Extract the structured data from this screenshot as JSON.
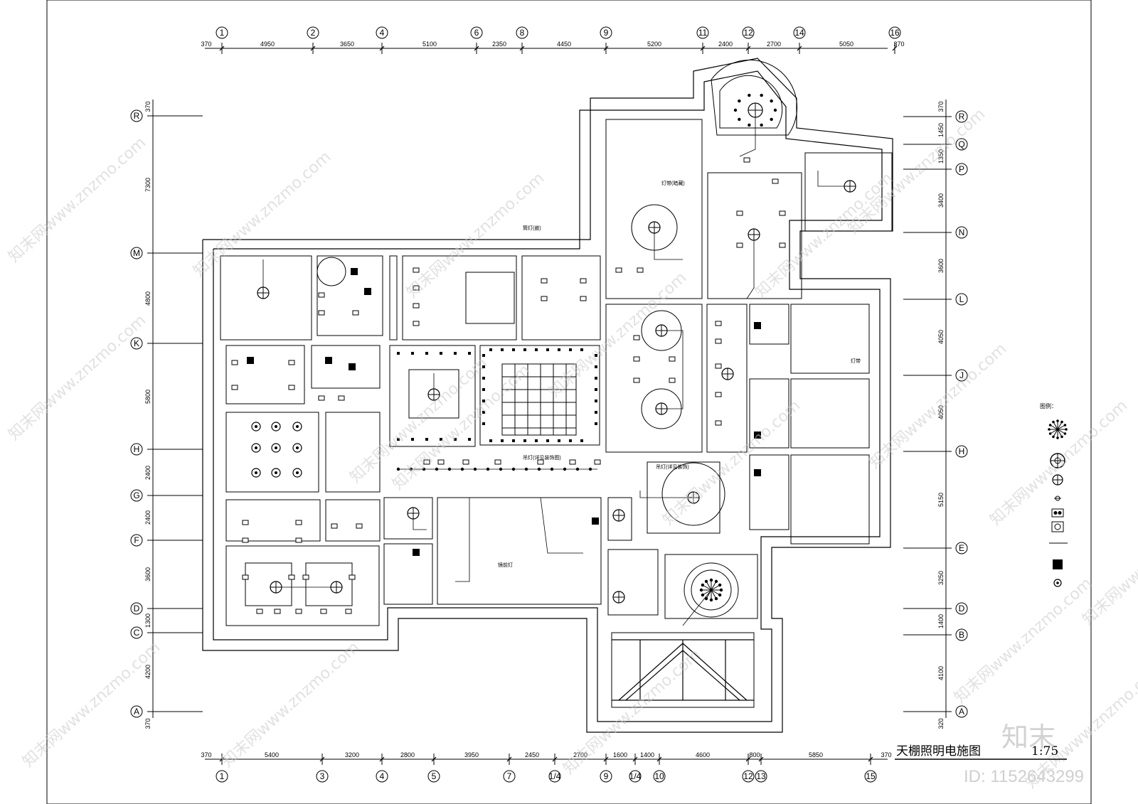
{
  "drawing": {
    "title": "天棚照明电施图",
    "scale": "1:75"
  },
  "legend": {
    "heading": "图例：",
    "symbols": [
      "chandelier-icon",
      "large-pendant-icon",
      "ceiling-lamp-icon",
      "small-lamp-icon",
      "double-switch-icon",
      "quad-socket-icon",
      "strip-line",
      "panel-icon",
      "downlight-icon"
    ]
  },
  "brand": {
    "logo": "知末",
    "id": "ID: 1152643299",
    "watermark": "知末网www.znzmo.com"
  },
  "notes": {
    "chandelier": "吊灯(详见装饰图)",
    "pendant": "吊灯(详见装饰)",
    "downlight": "筒灯(嵌)",
    "strip": "灯带(暗藏)",
    "light": "灯带",
    "mirror": "镜前灯"
  },
  "dimensions": {
    "top_axes": [
      "1",
      "2",
      "4",
      "6",
      "8",
      "9",
      "11",
      "12",
      "14",
      "16"
    ],
    "top_values": [
      "370",
      "4950",
      "3650",
      "5100",
      "2350",
      "4450",
      "5200",
      "2400",
      "2700",
      "5050",
      "370"
    ],
    "bottom_axes": [
      "1",
      "3",
      "4",
      "5",
      "7",
      "1/4",
      "9",
      "1/4",
      "10",
      "12",
      "13",
      "15"
    ],
    "bottom_values": [
      "370",
      "5400",
      "3200",
      "2800",
      "3950",
      "2450",
      "2700",
      "1600",
      "1400",
      "4600",
      "800",
      "5850",
      "370"
    ],
    "left_axes": [
      "R",
      "M",
      "K",
      "H",
      "G",
      "F",
      "D",
      "C",
      "A"
    ],
    "left_values": [
      "370",
      "7300",
      "4800",
      "5800",
      "2400",
      "2400",
      "3600",
      "1300",
      "4200",
      "370"
    ],
    "right_axes": [
      "R",
      "Q",
      "P",
      "N",
      "L",
      "J",
      "H",
      "E",
      "D",
      "B",
      "A"
    ],
    "right_values": [
      "370",
      "1450",
      "1350",
      "3400",
      "3600",
      "4050",
      "4050",
      "5150",
      "3250",
      "1400",
      "4100",
      "320"
    ]
  }
}
